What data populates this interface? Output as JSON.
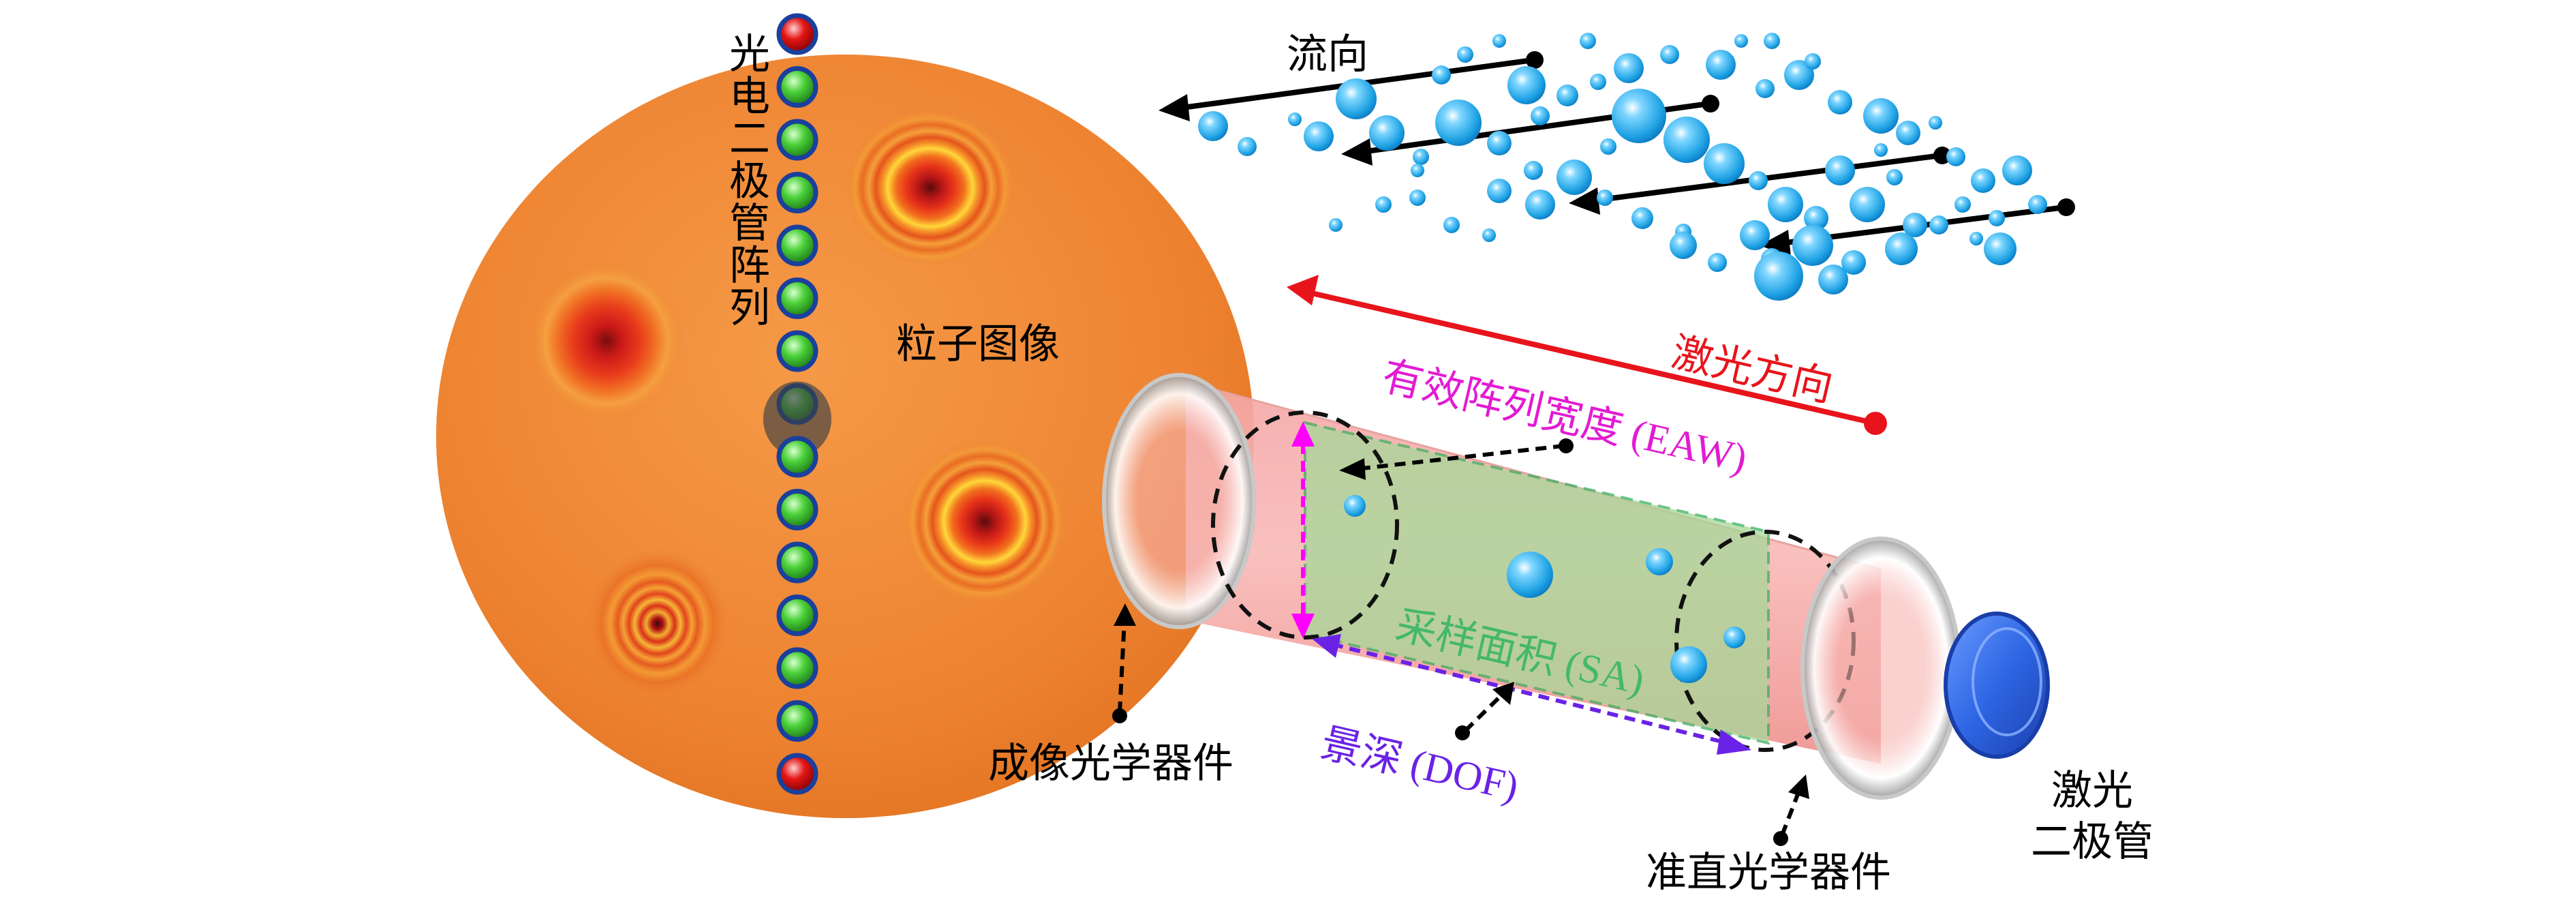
{
  "labels": {
    "photodiode_array": "光电二极管阵列",
    "particle_image": "粒子图像",
    "flow_direction": "流向",
    "laser_direction": "激光方向",
    "eaw": "有效阵列宽度 (EAW)",
    "sample_area": "采样面积 (SA)",
    "dof": "景深 (DOF)",
    "imaging_optics": "成像光学器件",
    "collimating_optics": "准直光学器件",
    "laser_diode_line1": "激光",
    "laser_diode_line2": "二极管"
  },
  "colors": {
    "laser_arrow": "#e8141c",
    "eaw_arrow": "#ff00ff",
    "dof_arrow": "#6a22e6",
    "sample_area": "#44b86a",
    "droplet": "#1fa7e6",
    "orange_disk": "#f08a36",
    "laser_cap": "#2f6fe6"
  },
  "icons": {
    "laser_diode": "laser-diode-icon",
    "droplet": "droplet-icon",
    "photodiode": "photodiode-icon"
  },
  "photodiode_array": {
    "element_count": 15,
    "shadowed_element": 7,
    "end_element_color": "red",
    "middle_element_color": "green"
  }
}
